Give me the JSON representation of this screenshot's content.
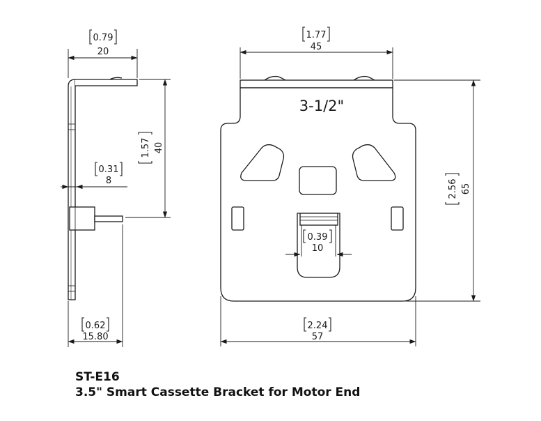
{
  "dimensions": {
    "side_width": {
      "inches": "0.79",
      "mm": "20"
    },
    "side_height": {
      "inches": "1.57",
      "mm": "40"
    },
    "side_offset": {
      "inches": "0.31",
      "mm": "8"
    },
    "side_depth": {
      "inches": "0.62",
      "mm": "15.80"
    },
    "top_width": {
      "inches": "1.77",
      "mm": "45"
    },
    "overall_height": {
      "inches": "2.56",
      "mm": "65"
    },
    "overall_width": {
      "inches": "2.24",
      "mm": "57"
    },
    "slot_width": {
      "inches": "0.39",
      "mm": "10"
    }
  },
  "stamp_text": "3-1/2\"",
  "caption": {
    "part_number": "ST-E16",
    "description": "3.5\" Smart Cassette Bracket for Motor End"
  },
  "colors": {
    "line": "#1a1a1a",
    "part_fill": "#ffffff",
    "background": "#ffffff"
  }
}
